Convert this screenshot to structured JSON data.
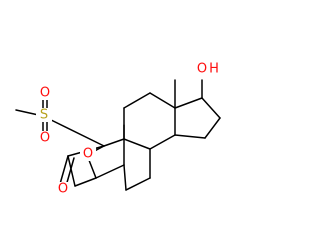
{
  "diagram": {
    "type": "skeletal-structure",
    "atom_labels": {
      "hydroxyl_oxygen": "O",
      "hydroxyl_hydrogen": "H",
      "sulfur": "S",
      "sulfonyl_oxygen_upper": "O",
      "sulfonyl_oxygen_lower": "O",
      "ketone_oxygen": "O",
      "epoxide_oxygen": "O"
    },
    "colors": {
      "bond": "#000000",
      "oxygen": "#ff0d0d",
      "sulfur": "#b8a21f",
      "background": "#ffffff"
    }
  }
}
